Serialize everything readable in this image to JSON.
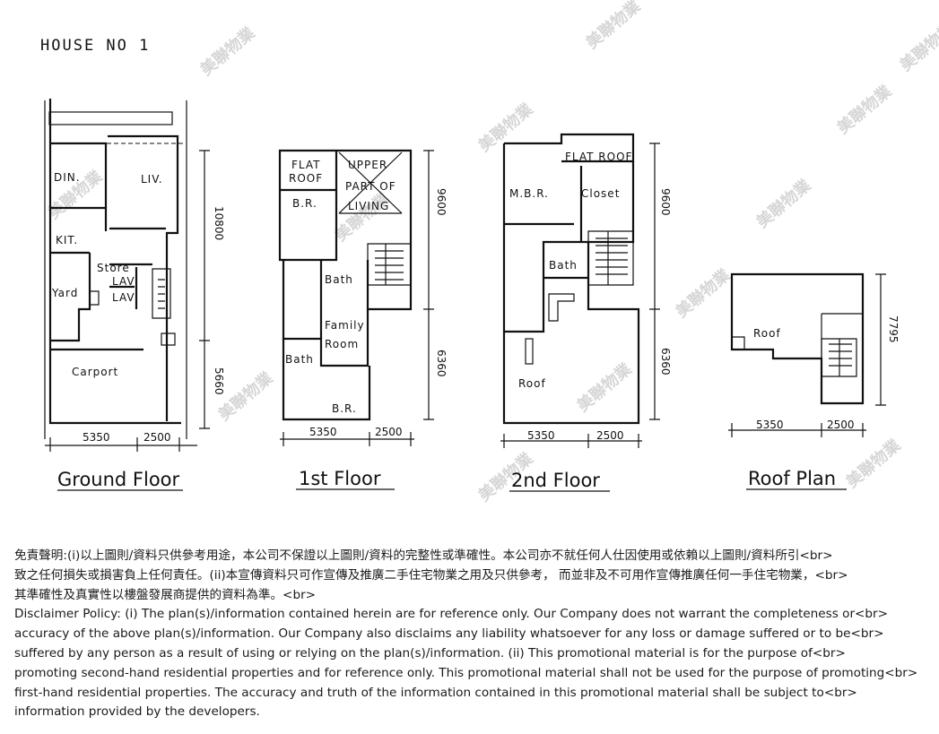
{
  "header": {
    "house_label": "HOUSE  NO  1"
  },
  "watermark": {
    "text": "美聯物業"
  },
  "plans": {
    "ground_floor": {
      "title": "Ground Floor",
      "rooms": {
        "din": "DIN.",
        "liv": "LIV.",
        "kit": "KIT.",
        "store": "Store",
        "lav1": "LAV",
        "lav2": "LAV",
        "yard": "Yard",
        "carport": "Carport"
      },
      "dims": {
        "w1": "5350",
        "w2": "2500",
        "h1": "10800",
        "h2": "5660"
      }
    },
    "first_floor": {
      "title": "1st Floor",
      "rooms": {
        "flat_roof_1": "FLAT",
        "flat_roof_2": "ROOF",
        "br_top": "B.R.",
        "upper_1": "UPPER",
        "upper_2": "PART OF",
        "upper_3": "LIVING",
        "bath_mid": "Bath",
        "family_1": "Family",
        "family_2": "Room",
        "bath_low": "Bath",
        "br_low": "B.R."
      },
      "dims": {
        "w1": "5350",
        "w2": "2500",
        "h1": "9600",
        "h2": "6360"
      }
    },
    "second_floor": {
      "title": "2nd Floor",
      "rooms": {
        "flat_roof": "FLAT ROOF",
        "mbr": "M.B.R.",
        "closet": "Closet",
        "bath": "Bath",
        "roof": "Roof"
      },
      "dims": {
        "w1": "5350",
        "w2": "2500",
        "h1": "9600",
        "h2": "6360"
      }
    },
    "roof_plan": {
      "title": "Roof Plan",
      "rooms": {
        "roof": "Roof"
      },
      "dims": {
        "w1": "5350",
        "w2": "2500",
        "h1": "7795"
      }
    }
  },
  "disclaimer": {
    "lines": [
      "免責聲明:(i)以上圖則/資料只供參考用途，本公司不保證以上圖則/資料的完整性或準確性。本公司亦不就任何人仕因使用或依賴以上圖則/資料所引<br>",
      "致之任何損失或損害負上任何責任。(ii)本宣傳資料只可作宣傳及推廣二手住宅物業之用及只供參考， 而並非及不可用作宣傳推廣任何一手住宅物業，<br>",
      "其準確性及真實性以樓盤發展商提供的資料為準。<br>",
      "Disclaimer Policy: (i) The plan(s)/information contained herein are for reference only. Our Company does not warrant the completeness or<br>",
      "accuracy of the above plan(s)/information. Our Company also disclaims any liability whatsoever for any loss or damage suffered or to be<br>",
      "suffered by any person as a result of using or relying on the plan(s)/information. (ii) This promotional material is for the purpose of<br>",
      "promoting second-hand residential properties and for reference only. This promotional material shall not be used for the purpose of promoting<br>",
      "first-hand residential properties. The accuracy and truth of the information contained in this promotional material shall be subject to<br>",
      "information provided by the developers."
    ]
  }
}
